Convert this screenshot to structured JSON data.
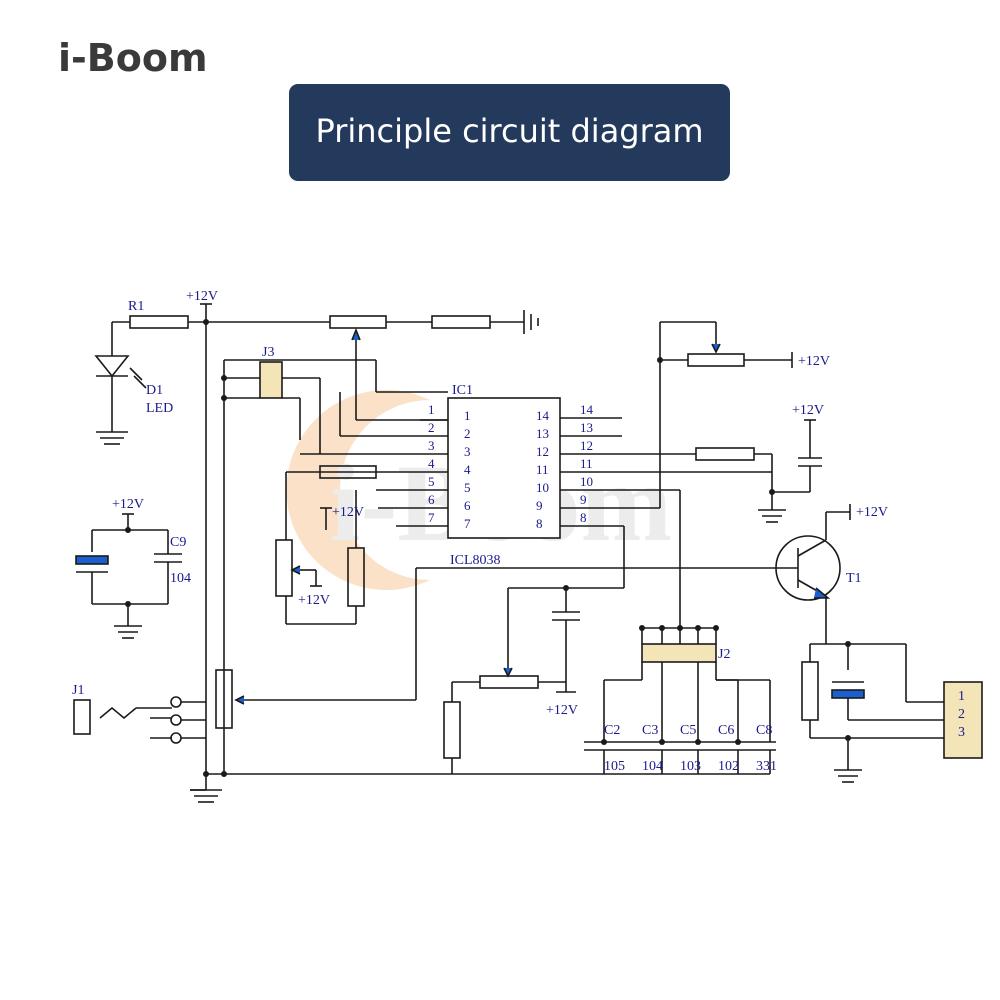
{
  "logo": {
    "text": "i-Boom",
    "accent_color": "#f47c20"
  },
  "title": {
    "text": "Principle circuit diagram",
    "bg_color": "#233a5d"
  },
  "schematic": {
    "labels": {
      "r1": "R1",
      "vcc_top": "+12V",
      "j3": "J3",
      "d1": "D1",
      "led": "LED",
      "ic1": "IC1",
      "ic_part": "ICL8038",
      "vcc_right": "+12V",
      "vcc_right2": "+12V",
      "vcc_c9": "+12V",
      "c9": "C9",
      "c9_val": "104",
      "vcc_pin6": "+12V",
      "vcc_pot": "+12V",
      "vcc_t1": "+12V",
      "t1": "T1",
      "j1": "J1",
      "j2": "J2",
      "vcc_pot2": "+12V",
      "c2": "C2",
      "c3": "C3",
      "c5": "C5",
      "c6": "C6",
      "c8": "C8",
      "c2_val": "105",
      "c3_val": "104",
      "c5_val": "103",
      "c6_val": "102",
      "c8_val": "331",
      "wm": "i-Boom"
    },
    "pins_left_outer": [
      "1",
      "2",
      "3",
      "4",
      "5",
      "6",
      "7"
    ],
    "pins_left_inner": [
      "1",
      "2",
      "3",
      "4",
      "5",
      "6",
      "7"
    ],
    "pins_right_inner": [
      "14",
      "13",
      "12",
      "11",
      "10",
      "9",
      "8"
    ],
    "pins_right_outer": [
      "14",
      "13",
      "12",
      "11",
      "10",
      "9",
      "8"
    ],
    "j4_pins": [
      "1",
      "2",
      "3"
    ]
  }
}
